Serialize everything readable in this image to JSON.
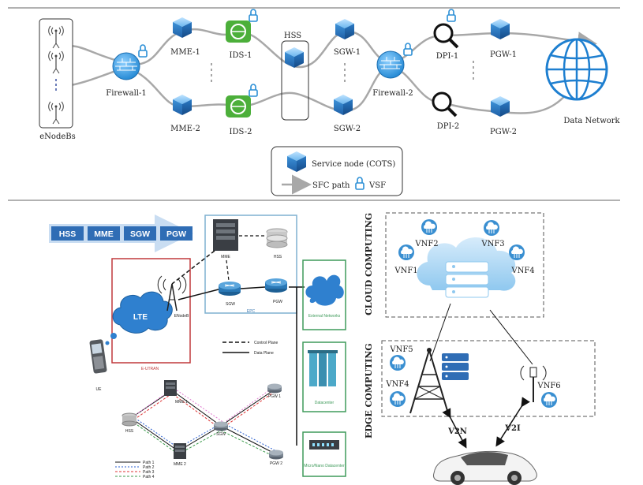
{
  "top": {
    "enodebs_label": "eNodeBs",
    "firewall1": "Firewall-1",
    "firewall2": "Firewall-2",
    "mme1": "MME-1",
    "mme2": "MME-2",
    "ids1": "IDS-1",
    "ids2": "IDS-2",
    "hss": "HSS",
    "sgw1": "SGW-1",
    "sgw2": "SGW-2",
    "dpi1": "DPI-1",
    "dpi2": "DPI-2",
    "pgw1": "PGW-1",
    "pgw2": "PGW-2",
    "data_network": "Data Network",
    "legend": {
      "service_node": "Service node (COTS)",
      "sfc_path": "SFC path",
      "vsf": "VSF"
    }
  },
  "bottom_left": {
    "arrow_items": [
      "HSS",
      "MME",
      "SGW",
      "PGW"
    ],
    "mme": "MME",
    "hss": "HSS",
    "sgw": "SGW",
    "pgw": "PGW",
    "epc": "EPC",
    "lte": "LTE",
    "enodeb": "ENodeB",
    "eutran": "E-UTRAN",
    "ue": "UE",
    "control_plane": "Control Plane",
    "data_plane": "Data Plane",
    "external_networks": "External Networks",
    "datacenter": "Datacenter",
    "micro_nano": "Micro/Nano Datacenter",
    "small_mme1": "MME 1",
    "small_mme2": "MME 2",
    "small_hss": "HSS",
    "small_sgw": "SGW",
    "small_pgw1": "PGW 1",
    "small_pgw2": "PGW 2",
    "paths": [
      "Path 1",
      "Path 2",
      "Path 3",
      "Path 4"
    ]
  },
  "bottom_right": {
    "cloud_title": "CLOUD COMPUTING",
    "edge_title": "EDGE COMPUTING",
    "cloud_vnfs": [
      "VNF1",
      "VNF2",
      "VNF3",
      "VNF4"
    ],
    "edge_vnfs": [
      "VNF5",
      "VNF4",
      "VNF6"
    ],
    "v2n": "V2N",
    "v2i": "V2I"
  },
  "colors": {
    "firewall_blue": "#3aa0e0",
    "ids_green": "#4caf3a",
    "cube_blue": "#2f86cf",
    "path_gray": "#a8a8a8",
    "eutran_red": "#c0393b",
    "epc_blue": "#7fb0d0",
    "dc_green": "#3e9a5a",
    "cloud_light": "#a8d4f0"
  }
}
